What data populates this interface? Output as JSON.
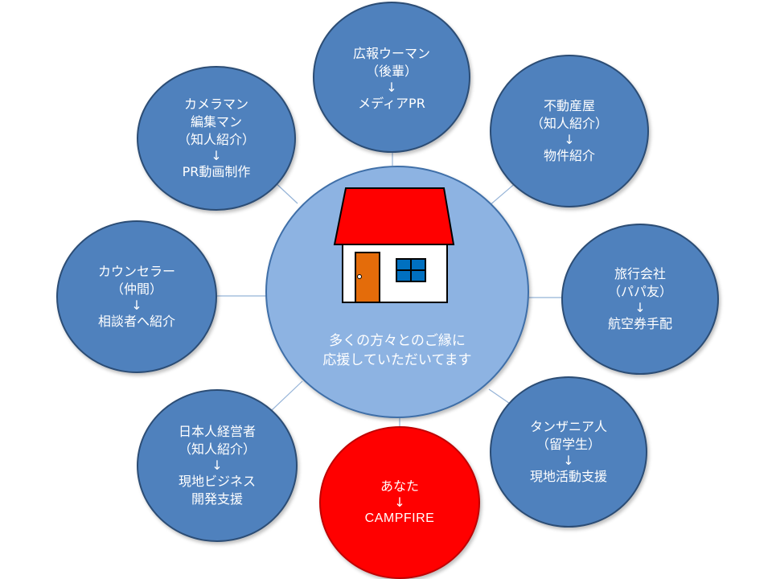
{
  "colors": {
    "outer_fill": "#4f81bd",
    "outer_border": "#2c4d75",
    "center_fill": "#8db3e2",
    "center_border": "#3f6fa8",
    "highlight_fill": "#ff0000",
    "highlight_border": "#c00000",
    "connector": "#95b3d7",
    "roof": "#ff0000",
    "house_wall": "#ffffff",
    "door": "#e46c0a",
    "window": "#0070c0",
    "house_outline": "#000000"
  },
  "center": {
    "lines": [
      "多くの方々とのご縁に",
      "応援していただいてます"
    ]
  },
  "nodes": {
    "top": {
      "lines": [
        "広報ウーマン",
        "（後輩）"
      ],
      "arrow": "↓",
      "result": [
        "メディアPR"
      ]
    },
    "top_right": {
      "lines": [
        "不動産屋",
        "（知人紹介）"
      ],
      "arrow": "↓",
      "result": [
        "物件紹介"
      ]
    },
    "right": {
      "lines": [
        "旅行会社",
        "（パパ友）"
      ],
      "arrow": "↓",
      "result": [
        "航空券手配"
      ]
    },
    "bottom_right": {
      "lines": [
        "タンザニア人",
        "（留学生）"
      ],
      "arrow": "↓",
      "result": [
        "現地活動支援"
      ]
    },
    "bottom": {
      "lines": [
        "あなた"
      ],
      "arrow": "↓",
      "result": [
        "CAMPFIRE"
      ]
    },
    "bottom_left": {
      "lines": [
        "日本人経営者",
        "（知人紹介）"
      ],
      "arrow": "↓",
      "result": [
        "現地ビジネス",
        "開発支援"
      ]
    },
    "left": {
      "lines": [
        "カウンセラー",
        "（仲間）"
      ],
      "arrow": "↓",
      "result": [
        "相談者へ紹介"
      ]
    },
    "top_left": {
      "lines": [
        "カメラマン",
        "編集マン",
        "（知人紹介）"
      ],
      "arrow": "↓",
      "result": [
        "PR動画制作"
      ]
    }
  }
}
